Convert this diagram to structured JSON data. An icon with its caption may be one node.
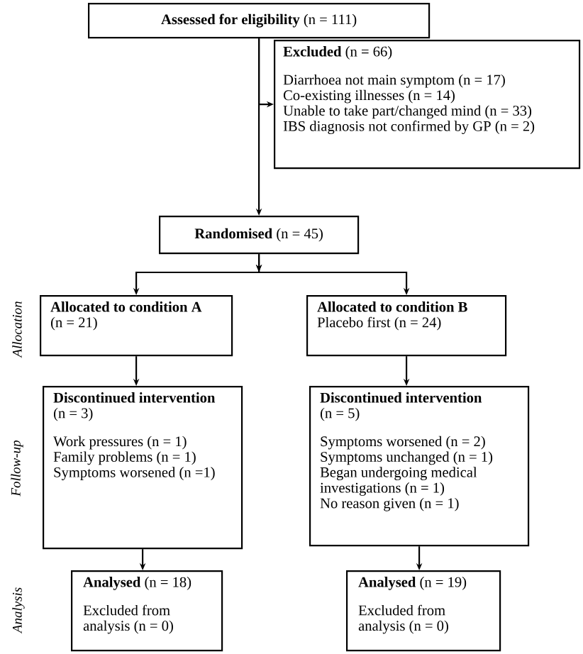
{
  "diagram": {
    "nodes": [
      {
        "text": [
          "**Assessed for eligibility** (n = 111)"
        ]
      },
      {
        "text": [
          "**Excluded** (n = 66)",
          "Diarrhoea not main symptom (n = 17)",
          "Co-existing illnesses (n = 14)",
          "Unable to take part/changed mind (n = 33)",
          "IBS diagnosis not confirmed by GP (n = 2)"
        ]
      },
      {
        "text": [
          "**Randomised** (n = 45)"
        ]
      },
      {
        "text": [
          "Allocated to condition A",
          "(n = 21)"
        ]
      },
      {
        "text": [
          "Allocated to condition B",
          "Placebo first (n = 24)"
        ]
      },
      {
        "text": [
          "**Discontinued intervention** (n = 3)",
          "Work pressures (n = 1)",
          "Family problems (n = 1)",
          "Symptoms worsened (n =1)"
        ]
      },
      {
        "text": [
          "**Discontinued intervention** (n = 5)",
          "Symptoms worsened (n = 2)",
          "Symptoms unchanged (n = 1)",
          "Began undergoing medical investigations (n = 1)",
          "No reason given (n = 1)"
        ]
      },
      {
        "text": [
          "**Analysed** (n = 18)",
          "Excluded from analysis (n = 0)"
        ]
      },
      {
        "text": [
          "**Analysed** (n = 19)",
          "Excluded from analysis (n = 0)"
        ]
      }
    ],
    "edges": [
      {
        "from": 0,
        "to": 1,
        "arrow": "to"
      },
      {
        "from": 0,
        "to": 2,
        "arrow": "to"
      },
      {
        "from": 2,
        "to": 3,
        "arrow": "to"
      },
      {
        "from": 2,
        "to": 4,
        "arrow": "to"
      },
      {
        "from": 3,
        "to": 5,
        "arrow": "to"
      },
      {
        "from": 4,
        "to": 6,
        "arrow": "to"
      },
      {
        "from": 5,
        "to": 7,
        "arrow": "to"
      },
      {
        "from": 6,
        "to": 8,
        "arrow": "to"
      }
    ],
    "labels": [
      "Allocation",
      "Follow-up",
      "Analysis"
    ]
  }
}
